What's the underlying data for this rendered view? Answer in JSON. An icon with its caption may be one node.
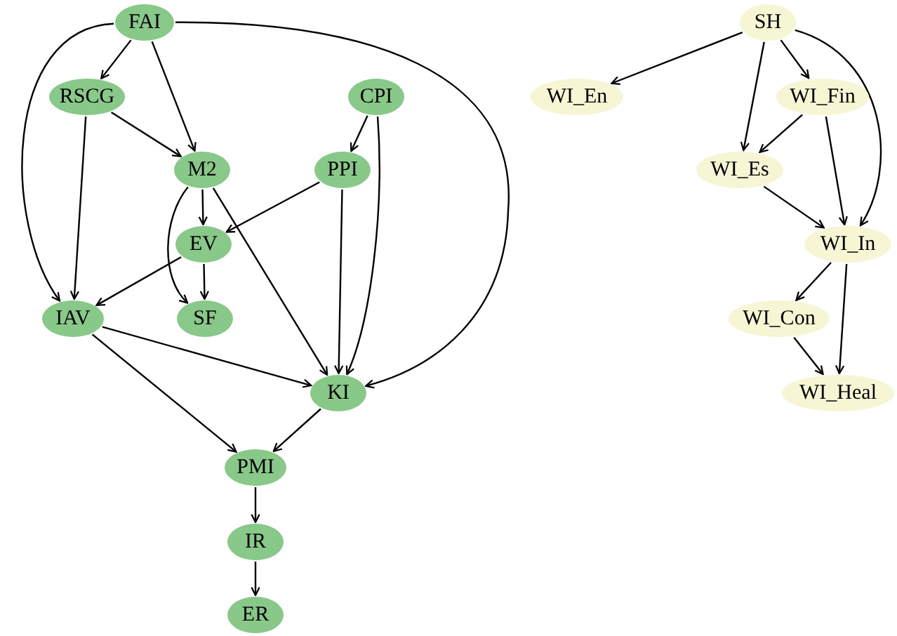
{
  "diagram": {
    "nodes": [
      {
        "text": [
          "FAI"
        ]
      },
      {
        "text": [
          "RSCG"
        ]
      },
      {
        "text": [
          "CPI"
        ]
      },
      {
        "text": [
          "M2"
        ]
      },
      {
        "text": [
          "PPI"
        ]
      },
      {
        "text": [
          "EV"
        ]
      },
      {
        "text": [
          "IAV"
        ]
      },
      {
        "text": [
          "SF"
        ]
      },
      {
        "text": [
          "KI"
        ]
      },
      {
        "text": [
          "PMI"
        ]
      },
      {
        "text": [
          "IR"
        ]
      },
      {
        "text": [
          "ER"
        ]
      },
      {
        "text": [
          "SH"
        ]
      },
      {
        "text": [
          "WI_En"
        ]
      },
      {
        "text": [
          "WI_Fin"
        ]
      },
      {
        "text": [
          "WI_Es"
        ]
      },
      {
        "text": [
          "WI_In"
        ]
      },
      {
        "text": [
          "WI_Con"
        ]
      },
      {
        "text": [
          "WI_Heal"
        ]
      }
    ],
    "edges": [
      {
        "from": 0,
        "to": 1,
        "arrow": "to"
      },
      {
        "from": 0,
        "to": 3,
        "arrow": "to"
      },
      {
        "from": 0,
        "to": 6,
        "arrow": "to"
      },
      {
        "from": 0,
        "to": 8,
        "arrow": "to"
      },
      {
        "from": 1,
        "to": 3,
        "arrow": "to"
      },
      {
        "from": 1,
        "to": 6,
        "arrow": "to"
      },
      {
        "from": 2,
        "to": 4,
        "arrow": "to"
      },
      {
        "from": 2,
        "to": 8,
        "arrow": "to"
      },
      {
        "from": 3,
        "to": 5,
        "arrow": "to"
      },
      {
        "from": 3,
        "to": 7,
        "arrow": "to"
      },
      {
        "from": 3,
        "to": 8,
        "arrow": "to"
      },
      {
        "from": 4,
        "to": 5,
        "arrow": "to"
      },
      {
        "from": 4,
        "to": 8,
        "arrow": "to"
      },
      {
        "from": 5,
        "to": 6,
        "arrow": "to"
      },
      {
        "from": 5,
        "to": 7,
        "arrow": "to"
      },
      {
        "from": 6,
        "to": 8,
        "arrow": "to"
      },
      {
        "from": 6,
        "to": 9,
        "arrow": "to"
      },
      {
        "from": 8,
        "to": 9,
        "arrow": "to"
      },
      {
        "from": 9,
        "to": 10,
        "arrow": "to"
      },
      {
        "from": 10,
        "to": 11,
        "arrow": "to"
      },
      {
        "from": 12,
        "to": 13,
        "arrow": "to"
      },
      {
        "from": 12,
        "to": 15,
        "arrow": "to"
      },
      {
        "from": 12,
        "to": 14,
        "arrow": "to"
      },
      {
        "from": 12,
        "to": 16,
        "arrow": "to"
      },
      {
        "from": 14,
        "to": 15,
        "arrow": "to"
      },
      {
        "from": 14,
        "to": 16,
        "arrow": "to"
      },
      {
        "from": 15,
        "to": 16,
        "arrow": "to"
      },
      {
        "from": 16,
        "to": 17,
        "arrow": "to"
      },
      {
        "from": 16,
        "to": 18,
        "arrow": "to"
      },
      {
        "from": 17,
        "to": 18,
        "arrow": "to"
      }
    ]
  }
}
